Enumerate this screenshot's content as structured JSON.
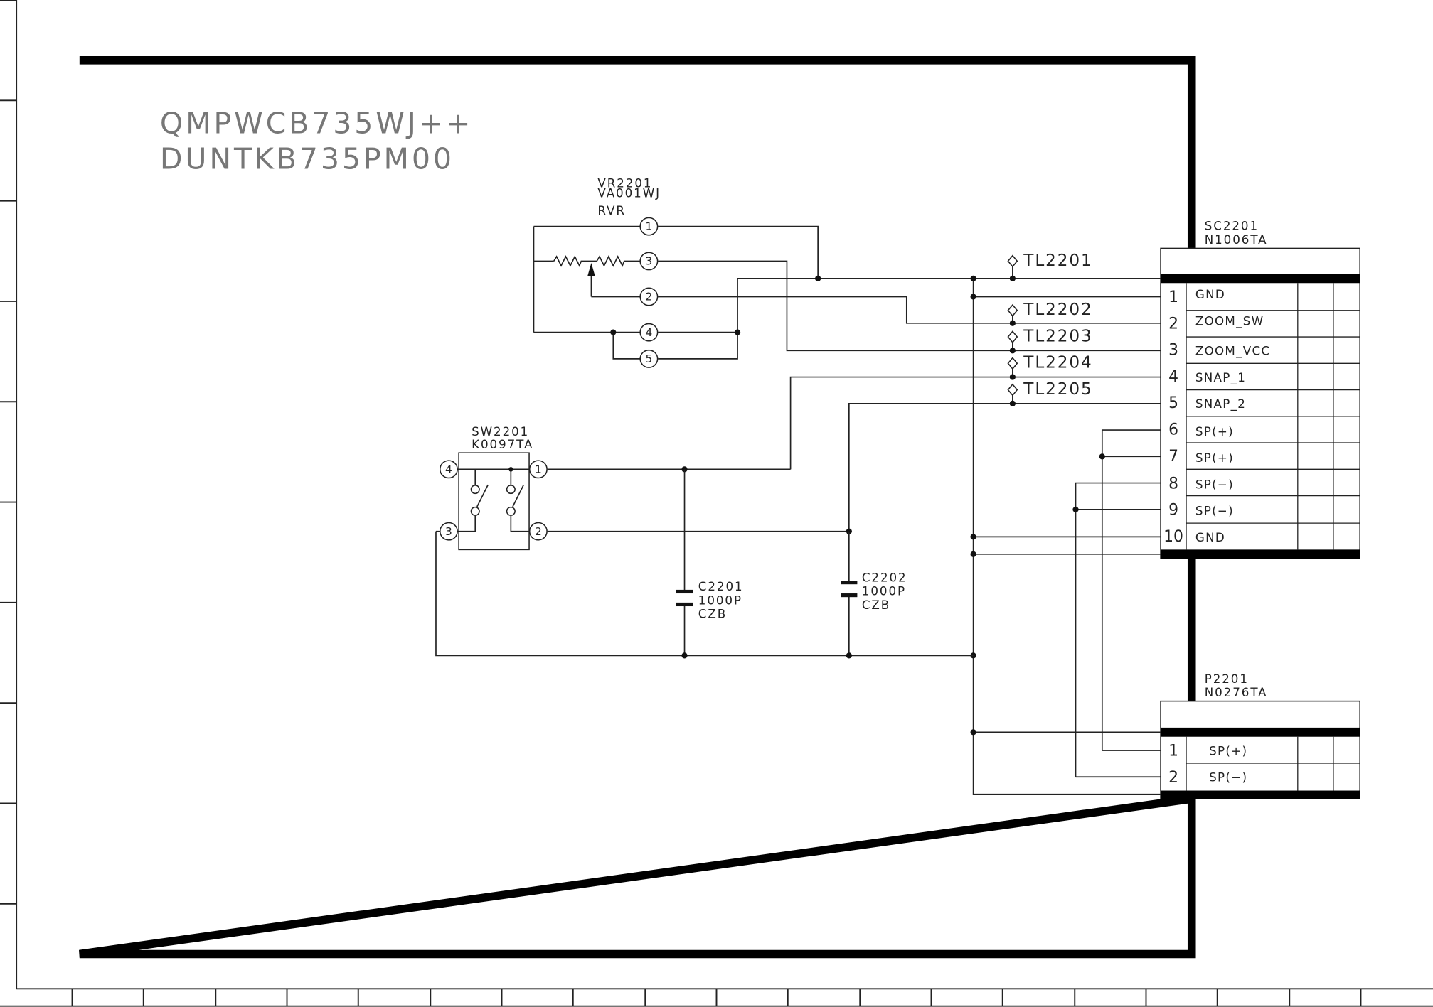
{
  "title": {
    "line1": "QMPWCB735WJ++",
    "line2": "DUNTKB735PM00"
  },
  "vr2201": {
    "ref": "VR2201",
    "part": "VA001WJ",
    "type": "RVR",
    "pins": [
      "1",
      "3",
      "2",
      "4",
      "5"
    ]
  },
  "sw2201": {
    "ref": "SW2201",
    "part": "K0097TA",
    "pins": [
      "4",
      "1",
      "3",
      "2"
    ]
  },
  "c2201": {
    "ref": "C2201",
    "value": "1000P",
    "type": "CZB"
  },
  "c2202": {
    "ref": "C2202",
    "value": "1000P",
    "type": "CZB"
  },
  "test_points": [
    "TL2201",
    "TL2202",
    "TL2203",
    "TL2204",
    "TL2205"
  ],
  "sc2201": {
    "ref": "SC2201",
    "part": "N1006TA",
    "pins": [
      {
        "num": "1",
        "signal": "GND"
      },
      {
        "num": "2",
        "signal": "ZOOM_SW"
      },
      {
        "num": "3",
        "signal": "ZOOM_VCC"
      },
      {
        "num": "4",
        "signal": "SNAP_1"
      },
      {
        "num": "5",
        "signal": "SNAP_2"
      },
      {
        "num": "6",
        "signal": "SP(+)"
      },
      {
        "num": "7",
        "signal": "SP(+)"
      },
      {
        "num": "8",
        "signal": "SP(−)"
      },
      {
        "num": "9",
        "signal": "SP(−)"
      },
      {
        "num": "10",
        "signal": "GND"
      }
    ]
  },
  "p2201": {
    "ref": "P2201",
    "part": "N0276TA",
    "pins": [
      {
        "num": "1",
        "signal": "SP(+)"
      },
      {
        "num": "2",
        "signal": "SP(−)"
      }
    ]
  }
}
